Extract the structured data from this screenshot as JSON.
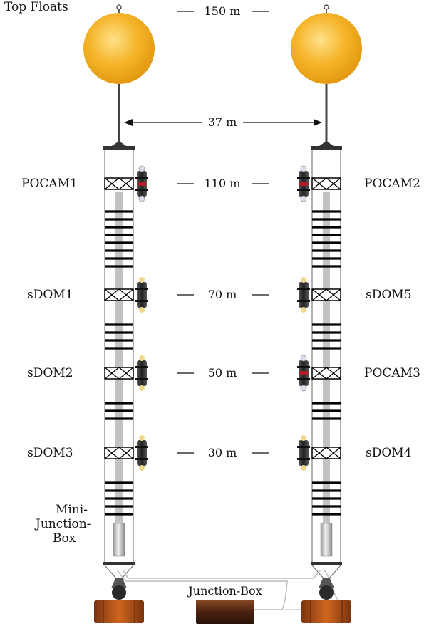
{
  "title": "Top Floats",
  "depth_marks": [
    {
      "label": "150 m"
    },
    {
      "label": "110 m"
    },
    {
      "label": "70 m"
    },
    {
      "label": "50 m"
    },
    {
      "label": "30 m"
    }
  ],
  "spacing": {
    "label": "37 m"
  },
  "left_string": {
    "modules": [
      {
        "label": "POCAM1",
        "type": "POCAM"
      },
      {
        "label": "sDOM1",
        "type": "sDOM"
      },
      {
        "label": "sDOM2",
        "type": "sDOM"
      },
      {
        "label": "sDOM3",
        "type": "sDOM"
      }
    ],
    "mini_junction_box": [
      "Mini-",
      "Junction-",
      "Box"
    ]
  },
  "right_string": {
    "modules": [
      {
        "label": "POCAM2",
        "type": "POCAM"
      },
      {
        "label": "sDOM5",
        "type": "sDOM"
      },
      {
        "label": "POCAM3",
        "type": "POCAM"
      },
      {
        "label": "sDOM4",
        "type": "sDOM"
      }
    ]
  },
  "junction_box": {
    "label": "Junction-Box"
  },
  "colors": {
    "float": "#f2b020",
    "anchor": "#b8521a",
    "junction_box": "#5a2a14",
    "frame": "#111111",
    "module": "#3a3a3a"
  }
}
